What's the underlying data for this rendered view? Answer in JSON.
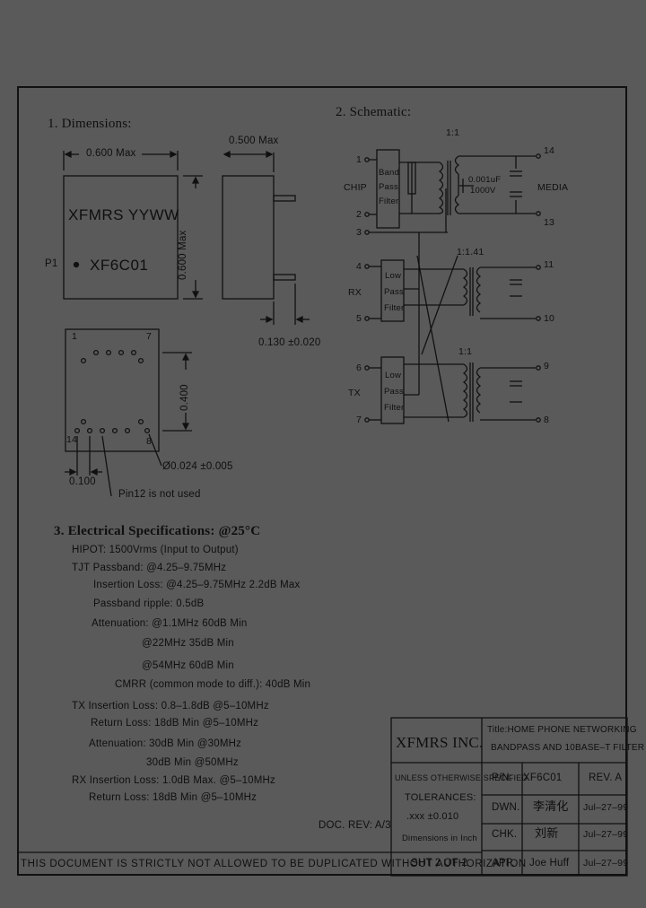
{
  "dimensions": {
    "heading": "1. Dimensions:",
    "top_width": "0.600 Max",
    "side_width": "0.500 Max",
    "height": "0.600 Max",
    "marking_line1": "XFMRS YYWW",
    "marking_line2": "XF6C01",
    "pin1_marker": "P1",
    "pin_spacing": "0.400",
    "pin_label_1": "1",
    "pin_label_7": "7",
    "pin_label_14": "14",
    "pin_label_8": "8",
    "lead_length": "0.130 ±0.020",
    "pitch": "0.100",
    "pin_dia": "Ø0.024 ±0.005",
    "pin12_note": "Pin12 is not used"
  },
  "schematic": {
    "heading": "2. Schematic:",
    "ratio_top": "1:1",
    "ratio_rx": "1:1.41",
    "ratio_tx": "1:1",
    "chip_label": "CHIP",
    "media_label": "MEDIA",
    "rx_label": "RX",
    "tx_label": "TX",
    "cap_value_1": "0.001uF",
    "cap_value_2": "1000V",
    "bandpass": [
      "Band",
      "Pass",
      "Filter"
    ],
    "lowpass_rx": [
      "Low",
      "Pass",
      "Filter"
    ],
    "lowpass_tx": [
      "Low",
      "Pass",
      "Filter"
    ],
    "pins_left": [
      "1",
      "2",
      "3",
      "4",
      "5",
      "6",
      "7"
    ],
    "pins_right": [
      "14",
      "13",
      "11",
      "10",
      "9",
      "8"
    ]
  },
  "electrical": {
    "heading": "3. Electrical  Specifications: @25°C",
    "lines": [
      "HIPOT: 1500Vrms (Input to Output)",
      "TJT Passband: @4.25–9.75MHz",
      "Insertion Loss: @4.25–9.75MHz 2.2dB Max",
      "Passband ripple: 0.5dB",
      "Attenuation: @1.1MHz  60dB Min",
      "@22MHz 35dB Min",
      "@54MHz 60dB Min",
      "CMRR (common mode to diff.): 40dB Min",
      "TX Insertion Loss: 0.8–1.8dB @5–10MHz",
      "Return Loss: 18dB Min @5–10MHz",
      "Attenuation:  30dB Min @30MHz",
      "30dB Min @50MHz",
      "RX Insertion Loss: 1.0dB Max. @5–10MHz",
      "Return Loss: 18dB Min @5–10MHz"
    ],
    "doc_rev": "DOC. REV: A/3"
  },
  "title_block": {
    "company": "XFMRS INC.",
    "title_line1": "Title:HOME PHONE NETWORKING",
    "title_line2": "BANDPASS AND 10BASE–T FILTER",
    "unless_spec": "UNLESS OTHERWISE SPECIFIED",
    "tolerances": "TOLERANCES:",
    "tol_value": ".xxx ±0.010",
    "dimensions_in": "Dimensions in Inch",
    "pn_label": "P/N:",
    "pn_value": "XF6C01",
    "rev": "REV. A",
    "dwn_label": "DWN.",
    "dwn_name": "李清化",
    "dwn_date": "Jul–27–99",
    "chk_label": "CHK.",
    "chk_name": "刘新",
    "chk_date": "Jul–27–99",
    "app_label": "APP.",
    "app_name": "Joe Huff",
    "app_date": "Jul–27–99",
    "sheet": "SHT 2 OF 2"
  },
  "footer": {
    "notice": "THIS DOCUMENT IS STRICTLY NOT ALLOWED TO BE DUPLICATED WITHOUT AUTHORIZATION"
  }
}
